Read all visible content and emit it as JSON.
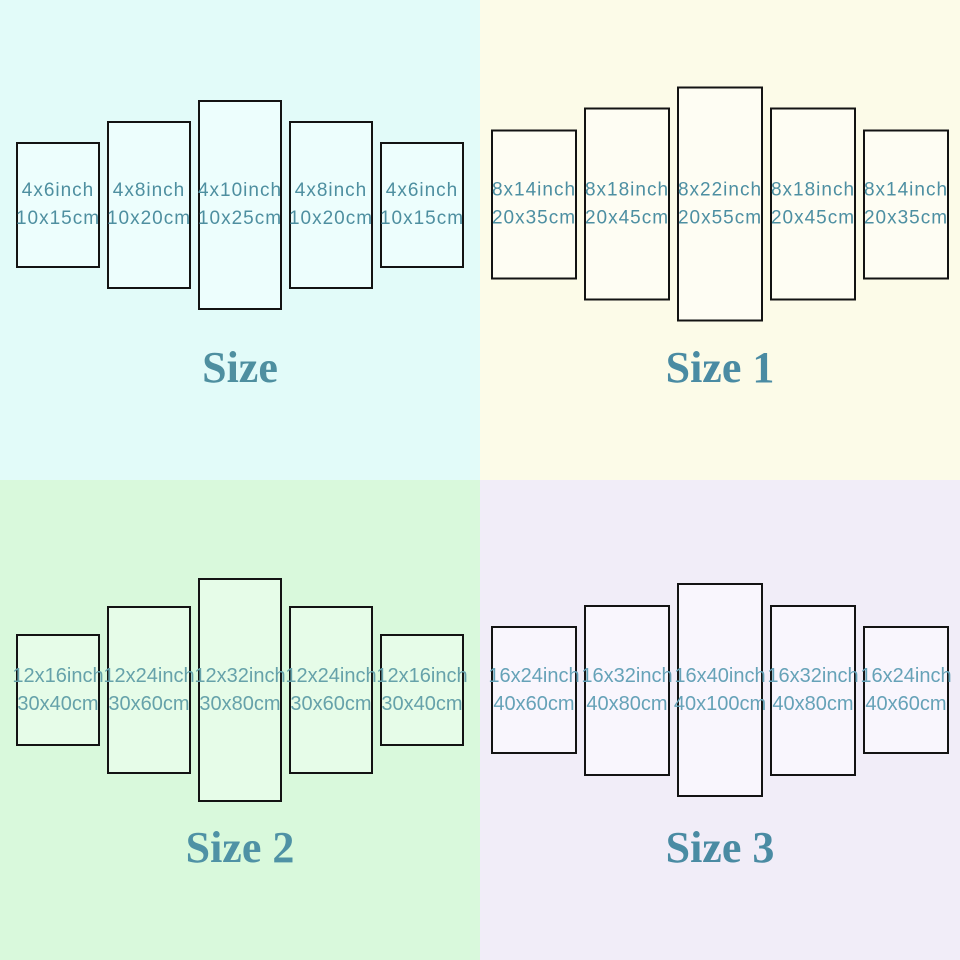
{
  "size_chart": {
    "quadrants": [
      {
        "title": "Size",
        "bg_color": "#e2fbf9",
        "panel_fill": "#edfefd",
        "text_color": "#4e8fa0",
        "title_color": "#4e8fa0",
        "panels": [
          {
            "inch_label": "4x6inch",
            "cm_label": "10x15cm",
            "width_in": 4,
            "height_in": 6
          },
          {
            "inch_label": "4x8inch",
            "cm_label": "10x20cm",
            "width_in": 4,
            "height_in": 8
          },
          {
            "inch_label": "4x10inch",
            "cm_label": "10x25cm",
            "width_in": 4,
            "height_in": 10
          },
          {
            "inch_label": "4x8inch",
            "cm_label": "10x20cm",
            "width_in": 4,
            "height_in": 8
          },
          {
            "inch_label": "4x6inch",
            "cm_label": "10x15cm",
            "width_in": 4,
            "height_in": 6
          }
        ]
      },
      {
        "title": "Size 1",
        "bg_color": "#fcfbe8",
        "panel_fill": "#fefdf3",
        "text_color": "#4d8fa2",
        "title_color": "#4a8ba3",
        "panels": [
          {
            "inch_label": "8x14inch",
            "cm_label": "20x35cm",
            "width_in": 8,
            "height_in": 14
          },
          {
            "inch_label": "8x18inch",
            "cm_label": "20x45cm",
            "width_in": 8,
            "height_in": 18
          },
          {
            "inch_label": "8x22inch",
            "cm_label": "20x55cm",
            "width_in": 8,
            "height_in": 22
          },
          {
            "inch_label": "8x18inch",
            "cm_label": "20x45cm",
            "width_in": 8,
            "height_in": 18
          },
          {
            "inch_label": "8x14inch",
            "cm_label": "20x35cm",
            "width_in": 8,
            "height_in": 14
          }
        ]
      },
      {
        "title": "Size 2",
        "bg_color": "#d9f9dc",
        "panel_fill": "#e6fce8",
        "text_color": "#66a2aa",
        "title_color": "#4f92a5",
        "panels": [
          {
            "inch_label": "12x16inch",
            "cm_label": "30x40cm",
            "width_in": 12,
            "height_in": 16
          },
          {
            "inch_label": "12x24inch",
            "cm_label": "30x60cm",
            "width_in": 12,
            "height_in": 24
          },
          {
            "inch_label": "12x32inch",
            "cm_label": "30x80cm",
            "width_in": 12,
            "height_in": 32
          },
          {
            "inch_label": "12x24inch",
            "cm_label": "30x60cm",
            "width_in": 12,
            "height_in": 24
          },
          {
            "inch_label": "12x16inch",
            "cm_label": "30x40cm",
            "width_in": 12,
            "height_in": 16
          }
        ]
      },
      {
        "title": "Size 3",
        "bg_color": "#f1edf8",
        "panel_fill": "#f9f6fd",
        "text_color": "#66a2b8",
        "title_color": "#4a8ba3",
        "panels": [
          {
            "inch_label": "16x24inch",
            "cm_label": "40x60cm",
            "width_in": 16,
            "height_in": 24
          },
          {
            "inch_label": "16x32inch",
            "cm_label": "40x80cm",
            "width_in": 16,
            "height_in": 32
          },
          {
            "inch_label": "16x40inch",
            "cm_label": "40x100cm",
            "width_in": 16,
            "height_in": 40
          },
          {
            "inch_label": "16x32inch",
            "cm_label": "40x80cm",
            "width_in": 16,
            "height_in": 32
          },
          {
            "inch_label": "16x24inch",
            "cm_label": "40x60cm",
            "width_in": 16,
            "height_in": 24
          }
        ]
      }
    ]
  }
}
